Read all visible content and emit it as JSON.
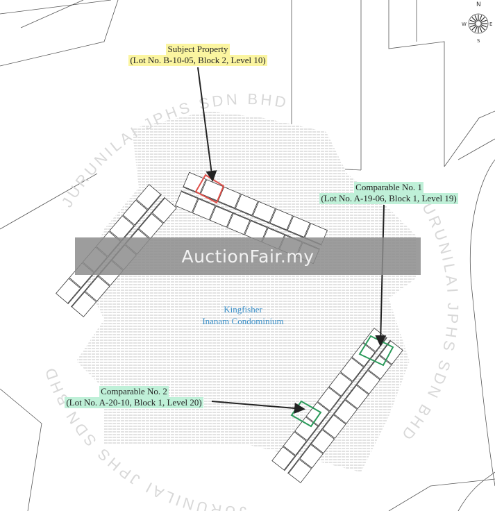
{
  "watermark_text": "JURUNILAI JPHS SDN BHD",
  "banner": "AuctionFair.my",
  "development": {
    "line1": "Kingfisher",
    "line2": "Inanam Condominium"
  },
  "subject": {
    "title": "Subject Property",
    "detail": "(Lot No. B-10-05, Block 2, Level 10)"
  },
  "comparable1": {
    "title": "Comparable No. 1",
    "detail": "(Lot No. A-19-06, Block 1, Level 19)"
  },
  "comparable2": {
    "title": "Comparable No. 2",
    "detail": "(Lot No. A-20-10, Block 1, Level 20)"
  },
  "compass": {
    "n": "N",
    "e": "E",
    "s": "S",
    "w": "W"
  },
  "colors": {
    "subject": "#e0504a",
    "comparable": "#2a9a5a",
    "label_yellow": "#fbf5a0",
    "label_green": "#bff0d8",
    "development": "#3a8fc8"
  }
}
